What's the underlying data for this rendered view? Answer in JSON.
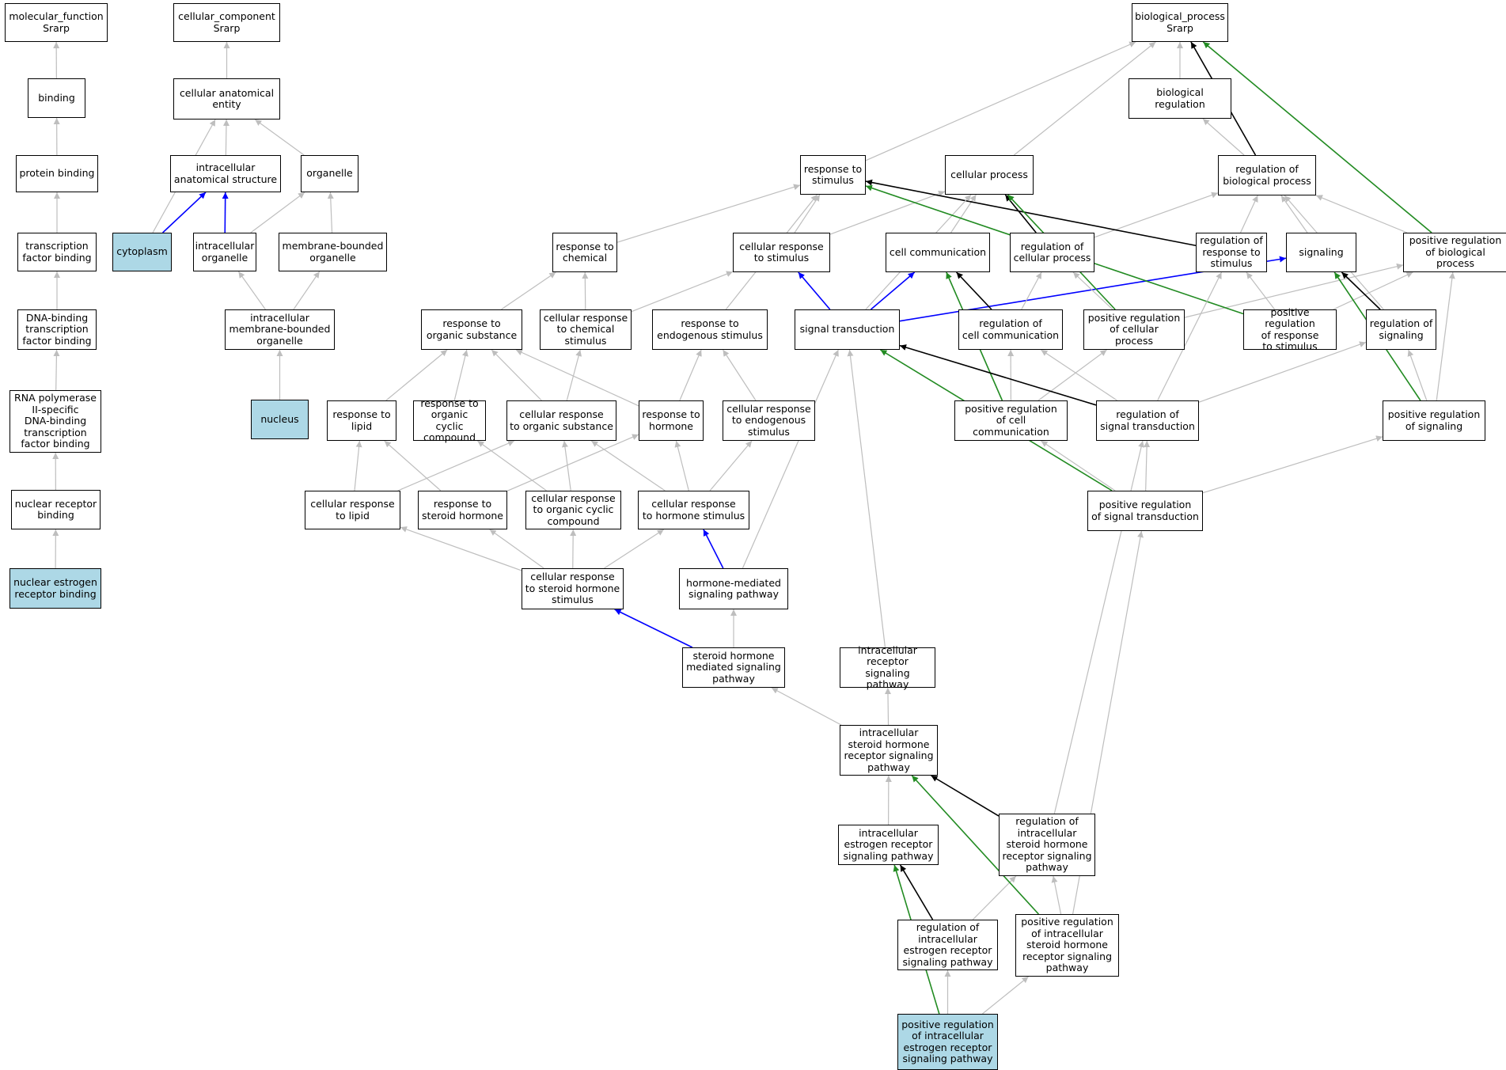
{
  "colors": {
    "is_a": "#bebebe",
    "part_of": "#0000ff",
    "regulates": "#000000",
    "positively_regulates": "#228b22",
    "highlight": "#add8e6"
  },
  "nodes": [
    {
      "id": "mf",
      "label": "molecular_function\nSrarp",
      "hl": false
    },
    {
      "id": "cc",
      "label": "cellular_component\nSrarp",
      "hl": false
    },
    {
      "id": "bp",
      "label": "biological_process\nSrarp",
      "hl": false
    },
    {
      "id": "binding",
      "label": "binding",
      "hl": false
    },
    {
      "id": "cae",
      "label": "cellular anatomical\nentity",
      "hl": false
    },
    {
      "id": "breg",
      "label": "biological regulation",
      "hl": false
    },
    {
      "id": "protb",
      "label": "protein binding",
      "hl": false
    },
    {
      "id": "ias",
      "label": "intracellular\nanatomical structure",
      "hl": false
    },
    {
      "id": "organelle",
      "label": "organelle",
      "hl": false
    },
    {
      "id": "rstim",
      "label": "response to\nstimulus",
      "hl": false
    },
    {
      "id": "cproc",
      "label": "cellular process",
      "hl": false
    },
    {
      "id": "rbp",
      "label": "regulation of\nbiological process",
      "hl": false
    },
    {
      "id": "tfb",
      "label": "transcription\nfactor binding",
      "hl": false
    },
    {
      "id": "cytoplasm",
      "label": "cytoplasm",
      "hl": true
    },
    {
      "id": "io",
      "label": "intracellular\norganelle",
      "hl": false
    },
    {
      "id": "mbo",
      "label": "membrane-bounded\norganelle",
      "hl": false
    },
    {
      "id": "rchem",
      "label": "response to\nchemical",
      "hl": false
    },
    {
      "id": "crstim",
      "label": "cellular response\nto stimulus",
      "hl": false
    },
    {
      "id": "ccomm",
      "label": "cell communication",
      "hl": false
    },
    {
      "id": "rcp",
      "label": "regulation of\ncellular process",
      "hl": false
    },
    {
      "id": "rrs",
      "label": "regulation of\nresponse to\nstimulus",
      "hl": false
    },
    {
      "id": "signaling",
      "label": "signaling",
      "hl": false
    },
    {
      "id": "prbp",
      "label": "positive regulation\nof biological\nprocess",
      "hl": false
    },
    {
      "id": "dbtfb",
      "label": "DNA-binding\ntranscription\nfactor binding",
      "hl": false
    },
    {
      "id": "imbo",
      "label": "intracellular\nmembrane-bounded\norganelle",
      "hl": false
    },
    {
      "id": "ros",
      "label": "response to\norganic substance",
      "hl": false
    },
    {
      "id": "crcs",
      "label": "cellular response\nto chemical\nstimulus",
      "hl": false
    },
    {
      "id": "res",
      "label": "response to\nendogenous stimulus",
      "hl": false
    },
    {
      "id": "st",
      "label": "signal transduction",
      "hl": false
    },
    {
      "id": "rcc",
      "label": "regulation of\ncell communication",
      "hl": false
    },
    {
      "id": "prcp",
      "label": "positive regulation\nof cellular\nprocess",
      "hl": false
    },
    {
      "id": "prrs",
      "label": "positive regulation\nof response\nto stimulus",
      "hl": false
    },
    {
      "id": "rsig",
      "label": "regulation of\nsignaling",
      "hl": false
    },
    {
      "id": "rnap",
      "label": "RNA polymerase\nII-specific\nDNA-binding\ntranscription\nfactor binding",
      "hl": false
    },
    {
      "id": "nucleus",
      "label": "nucleus",
      "hl": true
    },
    {
      "id": "rlipid",
      "label": "response to\nlipid",
      "hl": false
    },
    {
      "id": "rocc",
      "label": "response to\norganic cyclic\ncompound",
      "hl": false
    },
    {
      "id": "cros",
      "label": "cellular response\nto organic substance",
      "hl": false
    },
    {
      "id": "rhorm",
      "label": "response to\nhormone",
      "hl": false
    },
    {
      "id": "cres",
      "label": "cellular response\nto endogenous\nstimulus",
      "hl": false
    },
    {
      "id": "prcc",
      "label": "positive regulation\nof cell communication",
      "hl": false
    },
    {
      "id": "rst",
      "label": "regulation of\nsignal transduction",
      "hl": false
    },
    {
      "id": "prsig",
      "label": "positive regulation\nof signaling",
      "hl": false
    },
    {
      "id": "nrb",
      "label": "nuclear receptor\nbinding",
      "hl": false
    },
    {
      "id": "crlipid",
      "label": "cellular response\nto lipid",
      "hl": false
    },
    {
      "id": "rsh",
      "label": "response to\nsteroid hormone",
      "hl": false
    },
    {
      "id": "crocc",
      "label": "cellular response\nto organic cyclic\ncompound",
      "hl": false
    },
    {
      "id": "crhs",
      "label": "cellular response\nto hormone stimulus",
      "hl": false
    },
    {
      "id": "prst",
      "label": "positive regulation\nof signal transduction",
      "hl": false
    },
    {
      "id": "nerb",
      "label": "nuclear estrogen\nreceptor binding",
      "hl": true
    },
    {
      "id": "crshs",
      "label": "cellular response\nto steroid hormone\nstimulus",
      "hl": false
    },
    {
      "id": "hmsp",
      "label": "hormone-mediated\nsignaling pathway",
      "hl": false
    },
    {
      "id": "shmsp",
      "label": "steroid hormone\nmediated signaling\npathway",
      "hl": false
    },
    {
      "id": "irsp",
      "label": "intracellular\nreceptor signaling\npathway",
      "hl": false
    },
    {
      "id": "ishrsp",
      "label": "intracellular\nsteroid hormone\nreceptor signaling\npathway",
      "hl": false
    },
    {
      "id": "iersp",
      "label": "intracellular\nestrogen receptor\nsignaling pathway",
      "hl": false
    },
    {
      "id": "rishrsp",
      "label": "regulation of\nintracellular\nsteroid hormone\nreceptor signaling\npathway",
      "hl": false
    },
    {
      "id": "riersp",
      "label": "regulation of\nintracellular\nestrogen receptor\nsignaling pathway",
      "hl": false
    },
    {
      "id": "prishrsp",
      "label": "positive regulation\nof intracellular\nsteroid hormone\nreceptor signaling\npathway",
      "hl": false
    },
    {
      "id": "priersp",
      "label": "positive regulation\nof intracellular\nestrogen receptor\nsignaling pathway",
      "hl": true
    }
  ],
  "edges": [
    [
      "binding",
      "mf",
      "is_a"
    ],
    [
      "protb",
      "binding",
      "is_a"
    ],
    [
      "tfb",
      "protb",
      "is_a"
    ],
    [
      "dbtfb",
      "tfb",
      "is_a"
    ],
    [
      "rnap",
      "dbtfb",
      "is_a"
    ],
    [
      "nrb",
      "rnap",
      "is_a"
    ],
    [
      "nerb",
      "nrb",
      "is_a"
    ],
    [
      "cae",
      "cc",
      "is_a"
    ],
    [
      "ias",
      "cae",
      "is_a"
    ],
    [
      "organelle",
      "cae",
      "is_a"
    ],
    [
      "cytoplasm",
      "cae",
      "is_a"
    ],
    [
      "cytoplasm",
      "ias",
      "part_of"
    ],
    [
      "io",
      "ias",
      "part_of"
    ],
    [
      "io",
      "organelle",
      "is_a"
    ],
    [
      "mbo",
      "organelle",
      "is_a"
    ],
    [
      "imbo",
      "io",
      "is_a"
    ],
    [
      "imbo",
      "mbo",
      "is_a"
    ],
    [
      "nucleus",
      "imbo",
      "is_a"
    ],
    [
      "rstim",
      "bp",
      "is_a"
    ],
    [
      "cproc",
      "bp",
      "is_a"
    ],
    [
      "breg",
      "bp",
      "is_a"
    ],
    [
      "rbp",
      "breg",
      "is_a"
    ],
    [
      "rbp",
      "bp",
      "regulates"
    ],
    [
      "prbp",
      "bp",
      "positively_regulates"
    ],
    [
      "prbp",
      "rbp",
      "is_a"
    ],
    [
      "rchem",
      "rstim",
      "is_a"
    ],
    [
      "crstim",
      "rstim",
      "is_a"
    ],
    [
      "crstim",
      "cproc",
      "is_a"
    ],
    [
      "res",
      "rstim",
      "is_a"
    ],
    [
      "ccomm",
      "cproc",
      "is_a"
    ],
    [
      "rcp",
      "cproc",
      "regulates"
    ],
    [
      "rcp",
      "rbp",
      "is_a"
    ],
    [
      "rrs",
      "rstim",
      "regulates"
    ],
    [
      "rrs",
      "rbp",
      "is_a"
    ],
    [
      "signaling",
      "rbp",
      "is_a"
    ],
    [
      "st",
      "crstim",
      "part_of"
    ],
    [
      "st",
      "ccomm",
      "part_of"
    ],
    [
      "st",
      "signaling",
      "part_of"
    ],
    [
      "st",
      "cproc",
      "is_a"
    ],
    [
      "rcc",
      "ccomm",
      "regulates"
    ],
    [
      "rcc",
      "rcp",
      "is_a"
    ],
    [
      "prcp",
      "cproc",
      "positively_regulates"
    ],
    [
      "prcp",
      "rcp",
      "is_a"
    ],
    [
      "prcp",
      "prbp",
      "is_a"
    ],
    [
      "prrs",
      "rstim",
      "positively_regulates"
    ],
    [
      "prrs",
      "rrs",
      "is_a"
    ],
    [
      "prrs",
      "prbp",
      "is_a"
    ],
    [
      "rsig",
      "signaling",
      "regulates"
    ],
    [
      "rsig",
      "rbp",
      "is_a"
    ],
    [
      "ros",
      "rchem",
      "is_a"
    ],
    [
      "crcs",
      "rchem",
      "is_a"
    ],
    [
      "crcs",
      "crstim",
      "is_a"
    ],
    [
      "rlipid",
      "ros",
      "is_a"
    ],
    [
      "rocc",
      "ros",
      "is_a"
    ],
    [
      "cros",
      "ros",
      "is_a"
    ],
    [
      "cros",
      "crcs",
      "is_a"
    ],
    [
      "rhorm",
      "ros",
      "is_a"
    ],
    [
      "rhorm",
      "res",
      "is_a"
    ],
    [
      "cres",
      "res",
      "is_a"
    ],
    [
      "prcc",
      "ccomm",
      "positively_regulates"
    ],
    [
      "prcc",
      "rcc",
      "is_a"
    ],
    [
      "prcc",
      "prcp",
      "is_a"
    ],
    [
      "rst",
      "st",
      "regulates"
    ],
    [
      "rst",
      "rcc",
      "is_a"
    ],
    [
      "rst",
      "rsig",
      "is_a"
    ],
    [
      "rst",
      "rrs",
      "is_a"
    ],
    [
      "prsig",
      "signaling",
      "positively_regulates"
    ],
    [
      "prsig",
      "rsig",
      "is_a"
    ],
    [
      "prsig",
      "prbp",
      "is_a"
    ],
    [
      "crlipid",
      "rlipid",
      "is_a"
    ],
    [
      "crlipid",
      "cros",
      "is_a"
    ],
    [
      "rsh",
      "rlipid",
      "is_a"
    ],
    [
      "rsh",
      "rhorm",
      "is_a"
    ],
    [
      "crocc",
      "rocc",
      "is_a"
    ],
    [
      "crocc",
      "cros",
      "is_a"
    ],
    [
      "crhs",
      "cros",
      "is_a"
    ],
    [
      "crhs",
      "rhorm",
      "is_a"
    ],
    [
      "crhs",
      "cres",
      "is_a"
    ],
    [
      "prst",
      "st",
      "positively_regulates"
    ],
    [
      "prst",
      "rst",
      "is_a"
    ],
    [
      "prst",
      "prcc",
      "is_a"
    ],
    [
      "prst",
      "prsig",
      "is_a"
    ],
    [
      "crshs",
      "crlipid",
      "is_a"
    ],
    [
      "crshs",
      "rsh",
      "is_a"
    ],
    [
      "crshs",
      "crocc",
      "is_a"
    ],
    [
      "crshs",
      "crhs",
      "is_a"
    ],
    [
      "hmsp",
      "st",
      "is_a"
    ],
    [
      "hmsp",
      "crhs",
      "part_of"
    ],
    [
      "shmsp",
      "hmsp",
      "is_a"
    ],
    [
      "shmsp",
      "crshs",
      "part_of"
    ],
    [
      "irsp",
      "st",
      "is_a"
    ],
    [
      "ishrsp",
      "shmsp",
      "is_a"
    ],
    [
      "ishrsp",
      "irsp",
      "is_a"
    ],
    [
      "iersp",
      "ishrsp",
      "is_a"
    ],
    [
      "rishrsp",
      "ishrsp",
      "regulates"
    ],
    [
      "rishrsp",
      "rst",
      "is_a"
    ],
    [
      "riersp",
      "iersp",
      "regulates"
    ],
    [
      "riersp",
      "rishrsp",
      "is_a"
    ],
    [
      "prishrsp",
      "ishrsp",
      "positively_regulates"
    ],
    [
      "prishrsp",
      "rishrsp",
      "is_a"
    ],
    [
      "prishrsp",
      "prst",
      "is_a"
    ],
    [
      "priersp",
      "iersp",
      "positively_regulates"
    ],
    [
      "priersp",
      "riersp",
      "is_a"
    ],
    [
      "priersp",
      "prishrsp",
      "is_a"
    ]
  ]
}
